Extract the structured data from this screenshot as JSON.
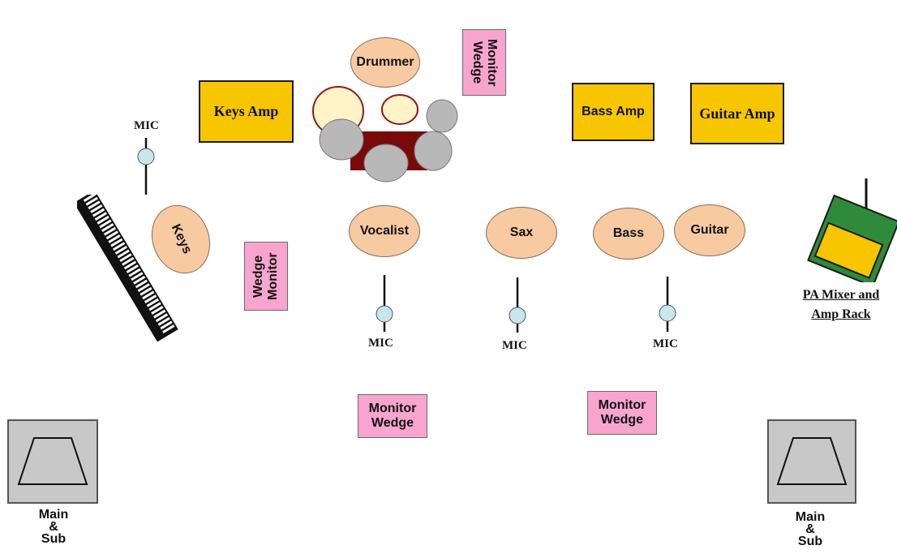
{
  "drummer": "Drummer",
  "monitor_wedge_top": "Monitor Wedge",
  "keys_amp": "Keys Amp",
  "bass_amp": "Bass Amp",
  "guitar_amp": "Guitar Amp",
  "mic_keys": "MIC",
  "keys": "Keys",
  "monitor_wedge_left": "Monitor Wedge",
  "vocalist": "Vocalist",
  "sax": "Sax",
  "bass": "Bass",
  "guitar": "Guitar",
  "mic_vocalist": "MIC",
  "mic_sax": "MIC",
  "mic_bass": "MIC",
  "pa_mixer_line1": "PA Mixer and",
  "pa_mixer_line2": "Amp Rack",
  "monitor_wedge_bottom_left": "Monitor Wedge",
  "monitor_wedge_bottom_right": "Monitor Wedge",
  "main_sub_left": {
    "line1": "Main",
    "line2": "&",
    "line3": "Sub"
  },
  "main_sub_right": {
    "line1": "Main",
    "line2": "&",
    "line3": "Sub"
  },
  "colors": {
    "amp": "#f7c600",
    "wedge": "#f7a5cf",
    "person": "#f8caa2",
    "drum_riser": "#7a0a0a",
    "drum_shell": "#fff3c8",
    "drum_tom": "#b8b8b8",
    "mic_head": "#c7e6ee",
    "mixer_body": "#2e8b3a",
    "mixer_panel": "#f7c600",
    "speaker_box": "#c8c8c8"
  }
}
